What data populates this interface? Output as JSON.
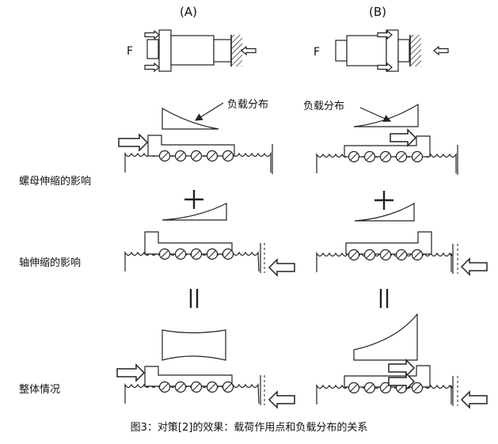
{
  "headers": {
    "a": "(A)",
    "b": "(B)"
  },
  "force_label": "F",
  "load_label": "负载分布",
  "rows": {
    "nut": "螺母伸缩的影响",
    "shaft": "轴伸缩的影响",
    "overall": "整体情况"
  },
  "caption": "图3：对策[2]的效果：载荷作用点和负载分布的关系"
}
